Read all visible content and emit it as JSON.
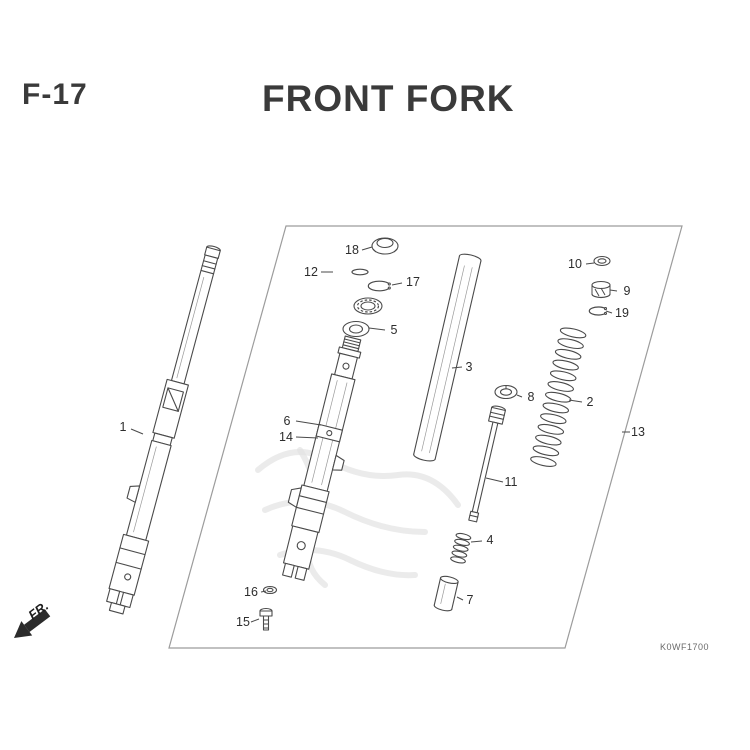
{
  "header": {
    "page_code": "F-17",
    "title": "FRONT FORK"
  },
  "diagram": {
    "fr_label": "FR.",
    "drawing_code": "K0WF1700"
  },
  "callouts": {
    "c1": {
      "label": "1"
    },
    "c2": {
      "label": "2"
    },
    "c3": {
      "label": "3"
    },
    "c4": {
      "label": "4"
    },
    "c5": {
      "label": "5"
    },
    "c6": {
      "label": "6"
    },
    "c7": {
      "label": "7"
    },
    "c8": {
      "label": "8"
    },
    "c9": {
      "label": "9"
    },
    "c10": {
      "label": "10"
    },
    "c11": {
      "label": "11"
    },
    "c12": {
      "label": "12"
    },
    "c13": {
      "label": "13"
    },
    "c14": {
      "label": "14"
    },
    "c15": {
      "label": "15"
    },
    "c16": {
      "label": "16"
    },
    "c17": {
      "label": "17"
    },
    "c18": {
      "label": "18"
    },
    "c19": {
      "label": "19"
    }
  }
}
